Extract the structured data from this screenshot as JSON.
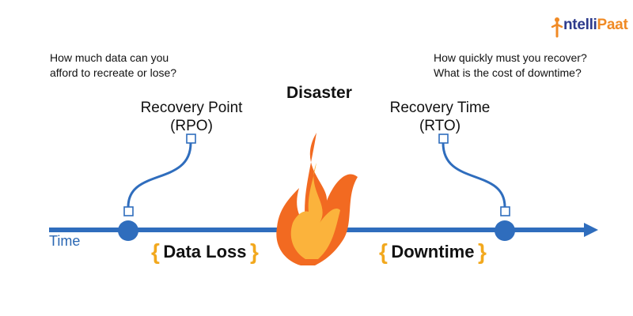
{
  "brand": {
    "logo_text_prefix": "ntelli",
    "logo_text_suffix": "Paat",
    "logo_color": "#2d3a8c",
    "accent_color": "#f08a24"
  },
  "questions": {
    "rpo_line1": "How much data can you",
    "rpo_line2": "afford to recreate or lose?",
    "rto_line1": "How quickly must you recover?",
    "rto_line2": "What is the cost of downtime?"
  },
  "labels": {
    "disaster": "Disaster",
    "recovery_point_line1": "Recovery Point",
    "recovery_point_line2": "(RPO)",
    "recovery_time_line1": "Recovery Time",
    "recovery_time_line2": "(RTO)",
    "time_axis": "Time",
    "data_loss": "Data Loss",
    "downtime": "Downtime"
  },
  "colors": {
    "timeline": "#2f6dbd",
    "connector": "#2f6dbd",
    "brace": "#f2a81d",
    "flame_outer": "#f26a21",
    "flame_inner": "#fbb33c"
  }
}
